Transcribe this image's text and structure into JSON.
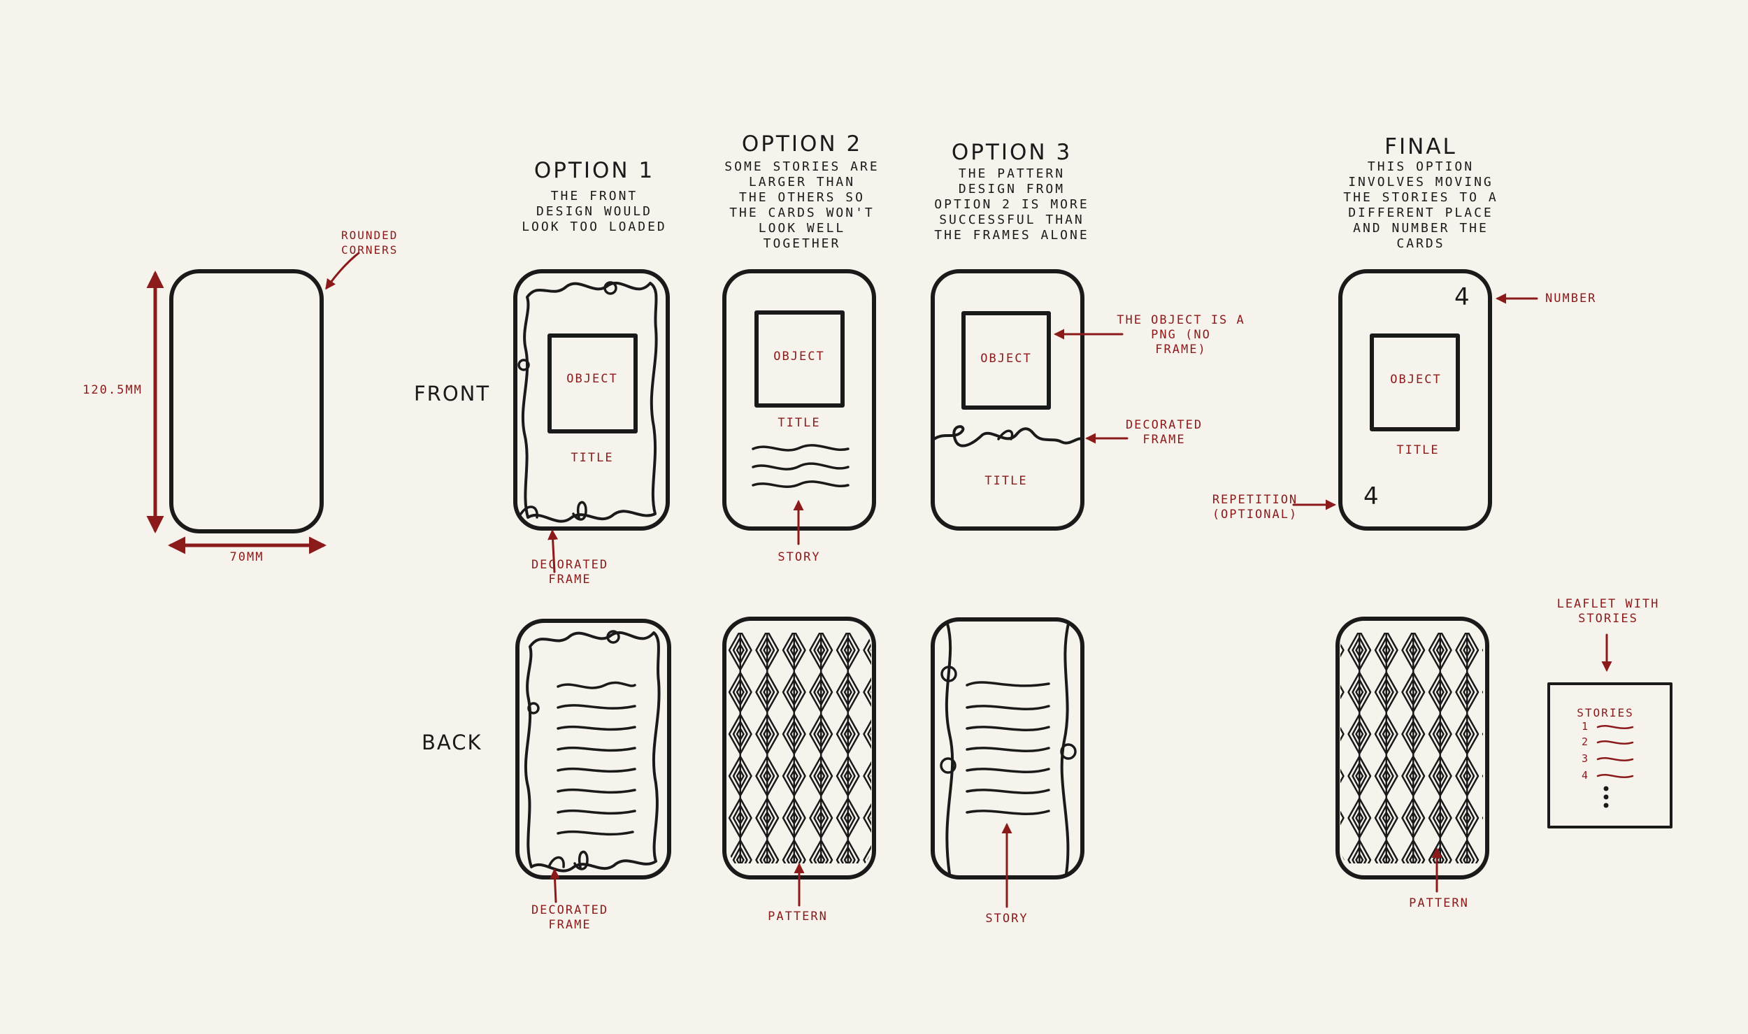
{
  "dimensions": {
    "width_label": "70MM",
    "height_label": "120.5MM"
  },
  "annotations": {
    "rounded_corners": [
      "ROUNDED",
      "CORNERS"
    ],
    "decorated_frame": [
      "DECORATED",
      "FRAME"
    ],
    "story": "STORY",
    "pattern": "PATTERN",
    "object_png": [
      "THE OBJECT IS A",
      "PNG (NO",
      "FRAME)"
    ],
    "number": "NUMBER",
    "repetition": [
      "REPETITION",
      "(OPTIONAL)"
    ],
    "leaflet": [
      "LEAFLET WITH",
      "STORIES"
    ]
  },
  "rows": {
    "front": "FRONT",
    "back": "BACK"
  },
  "card_text": {
    "object": "OBJECT",
    "title": "TITLE",
    "final_number": "4"
  },
  "options": [
    {
      "heading": "OPTION 1",
      "lines": [
        "THE FRONT",
        "DESIGN WOULD",
        "LOOK TOO LOADED"
      ]
    },
    {
      "heading": "OPTION 2",
      "lines": [
        "SOME STORIES ARE",
        "LARGER THAN",
        "THE OTHERS SO",
        "THE CARDS WON'T",
        "LOOK WELL",
        "TOGETHER"
      ]
    },
    {
      "heading": "OPTION 3",
      "lines": [
        "THE PATTERN",
        "DESIGN FROM",
        "OPTION 2 IS MORE",
        "SUCCESSFUL THAN",
        "THE FRAMES ALONE"
      ]
    },
    {
      "heading": "FINAL",
      "lines": [
        "THIS OPTION",
        "INVOLVES MOVING",
        "THE STORIES TO A",
        "DIFFERENT PLACE",
        "AND NUMBER THE",
        "CARDS"
      ]
    }
  ],
  "leaflet_content": {
    "title": "STORIES",
    "items": [
      "1",
      "2",
      "3",
      "4"
    ]
  },
  "colors": {
    "ink": "#1a1a1a",
    "annotation": "#8b1a1a",
    "paper": "#f6f2ec"
  }
}
